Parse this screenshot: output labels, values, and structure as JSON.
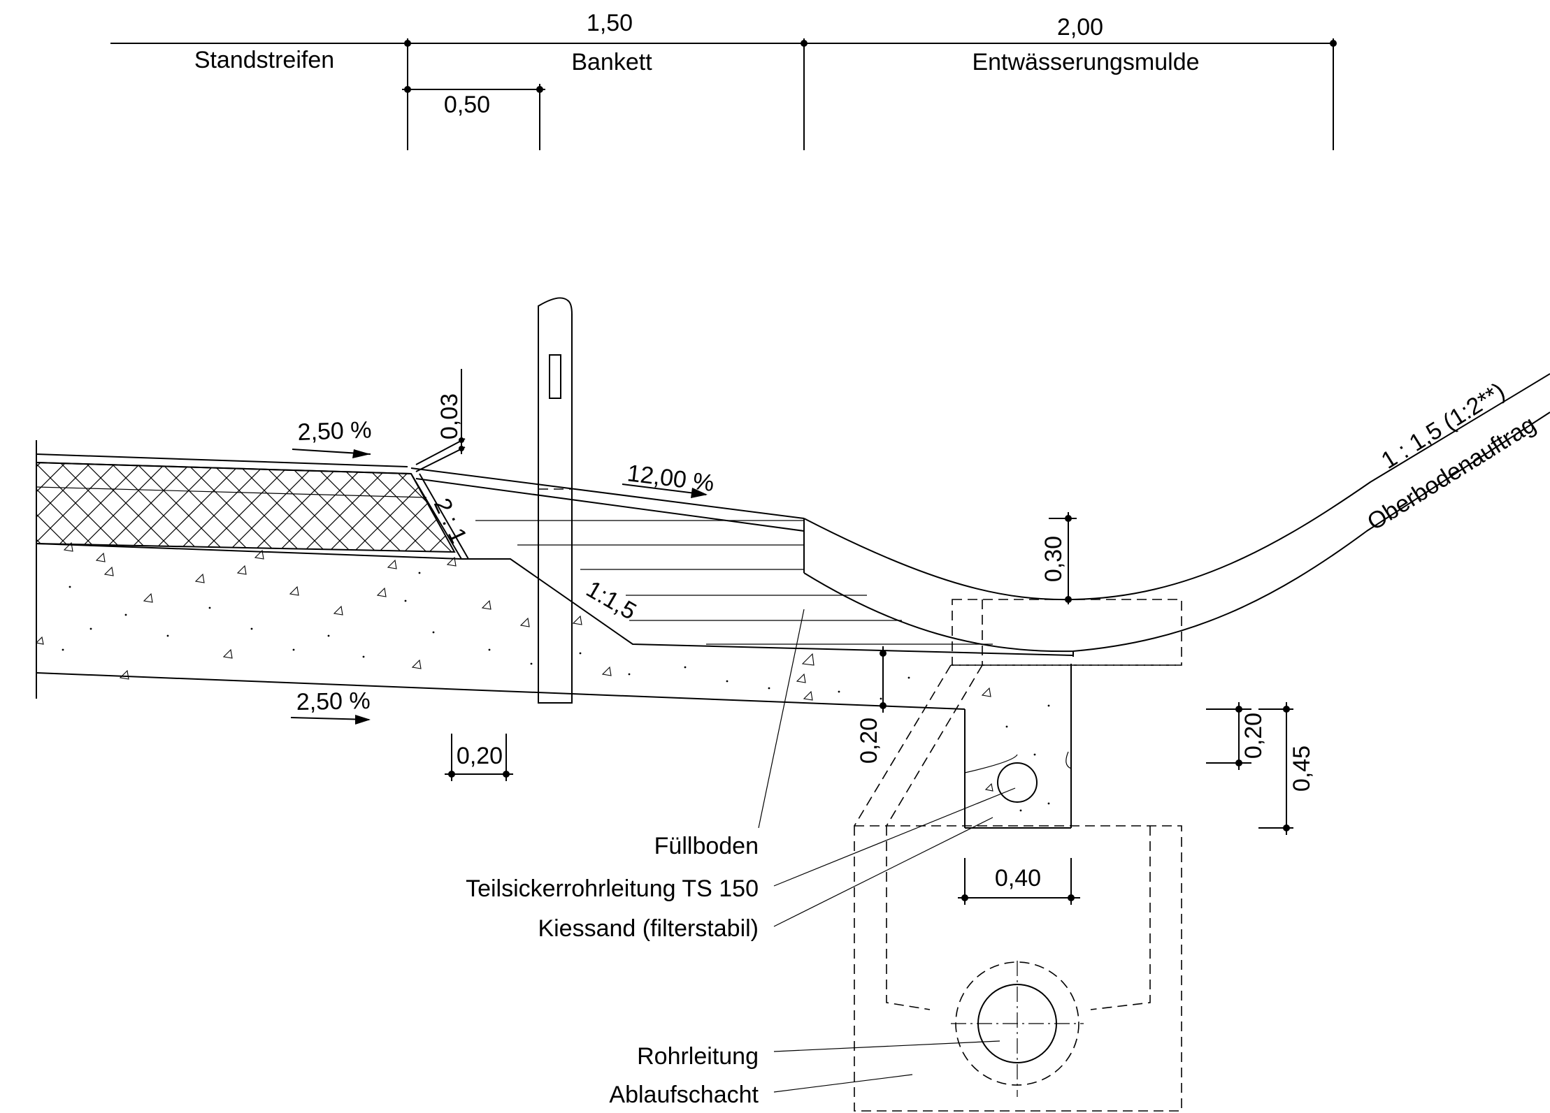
{
  "top_dimensions": {
    "width_bankett": "1,50",
    "width_mulde": "2,00",
    "label_standstreifen": "Standstreifen",
    "label_bankett": "Bankett",
    "label_mulde": "Entwässerungsmulde",
    "width_offset": "0,50"
  },
  "slopes": {
    "standstreifen": "2,50 %",
    "bankett": "12,00 %",
    "subgrade": "2,50 %",
    "edge": "2 : 1",
    "shoulder": "1:1,5",
    "embankment": "1 : 1,5 (1:2**)",
    "topsoil": "Oberbodenauftrag"
  },
  "dimensions": {
    "step": "0,03",
    "post_width": "0,20",
    "mulde_depth": "0,30",
    "trench_offset": "0,20",
    "trench_width": "0,40",
    "pipe_cover": "0,20",
    "trench_depth": "0,45"
  },
  "callouts": {
    "fill": "Füllboden",
    "drain_pipe": "Teilsickerrohrleitung TS 150",
    "gravel": "Kiessand (filterstabil)",
    "pipe": "Rohrleitung",
    "manhole": "Ablaufschacht"
  }
}
